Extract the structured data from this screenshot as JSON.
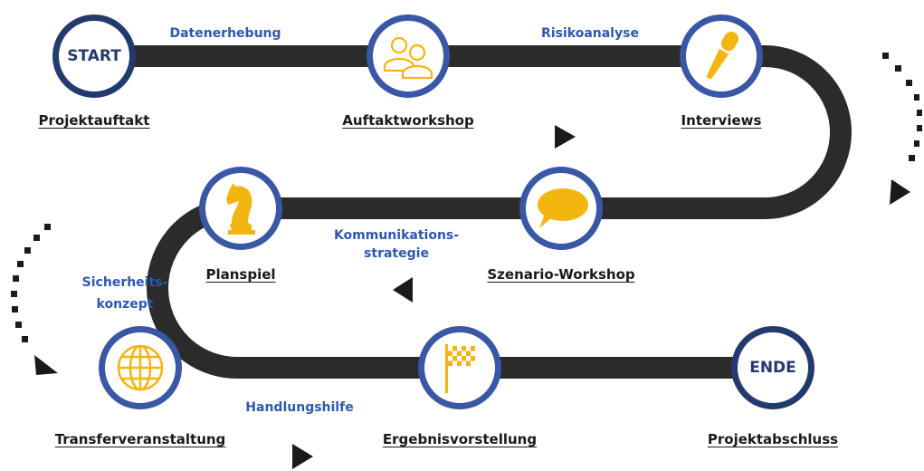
{
  "start_label": "START",
  "end_label": "ENDE",
  "steps": [
    {
      "title": "Projektauftakt",
      "icon": "start-badge"
    },
    {
      "title": "Auftaktworkshop",
      "icon": "people-icon"
    },
    {
      "title": "Interviews",
      "icon": "microphone-icon"
    },
    {
      "title": "Szenario-Workshop",
      "icon": "speech-bubble-icon"
    },
    {
      "title": "Planspiel",
      "icon": "chess-knight-icon"
    },
    {
      "title": "Transferveranstaltung",
      "icon": "globe-icon"
    },
    {
      "title": "Ergebnisvorstellung",
      "icon": "checkered-flag-icon"
    },
    {
      "title": "Projektabschluss",
      "icon": "end-badge"
    }
  ],
  "phases": {
    "datenerhebung": [
      "Datenerhebung"
    ],
    "risikoanalyse": [
      "Risikoanalyse"
    ],
    "kommunikation": [
      "Kommunikations-",
      "strategie"
    ],
    "sicherheit": [
      "Sicherheits-",
      "konzept"
    ],
    "handlungshilfe": [
      "Handlungshilfe"
    ]
  },
  "colors": {
    "road": "#2b2b2b",
    "ring": "#3a57a6",
    "ring_dark": "#233a6e",
    "icon": "#f3b50f",
    "phase_text": "#2d58b0",
    "arrow": "#1a1a1a"
  }
}
